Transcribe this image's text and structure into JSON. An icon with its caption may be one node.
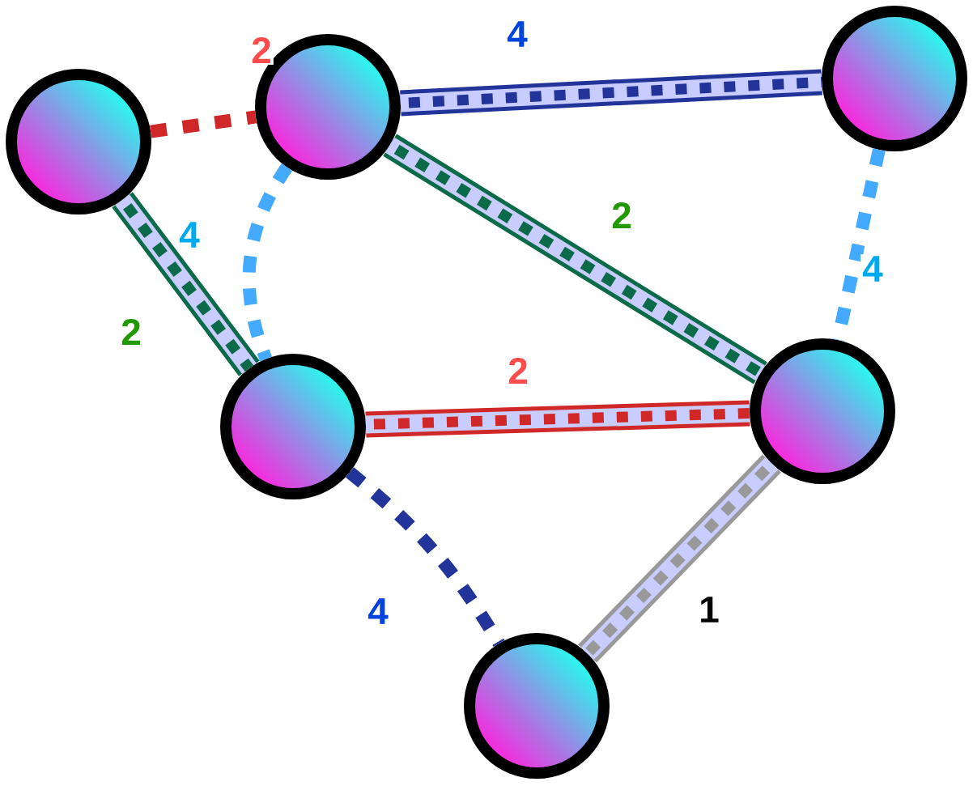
{
  "diagram": {
    "nodes": [
      {
        "text": [],
        "shape": "circle"
      },
      {
        "text": [],
        "shape": "circle"
      },
      {
        "text": [],
        "shape": "circle"
      },
      {
        "text": [],
        "shape": "circle"
      },
      {
        "text": [],
        "shape": "circle"
      },
      {
        "text": [],
        "shape": "circle"
      }
    ],
    "edges": [
      {
        "from": 0,
        "to": 1,
        "arrow": "none",
        "label": "2",
        "style": "dashed",
        "color": "#d02828"
      },
      {
        "from": 1,
        "to": 2,
        "arrow": "none",
        "label": "4",
        "color": "#223399"
      },
      {
        "from": 0,
        "to": 3,
        "arrow": "none",
        "label": "2",
        "color": "#0b6b48"
      },
      {
        "from": 1,
        "to": 3,
        "arrow": "none",
        "label": "4",
        "style": "dashed",
        "color": "#44aaff"
      },
      {
        "from": 1,
        "to": 4,
        "arrow": "none",
        "label": "2",
        "color": "#0b6b48"
      },
      {
        "from": 2,
        "to": 4,
        "arrow": "none",
        "label": "4",
        "style": "dashed",
        "color": "#44aaff"
      },
      {
        "from": 3,
        "to": 4,
        "arrow": "none",
        "label": "2",
        "color": "#d02828"
      },
      {
        "from": 3,
        "to": 5,
        "arrow": "none",
        "label": "4",
        "style": "dashed",
        "color": "#223399"
      },
      {
        "from": 4,
        "to": 5,
        "arrow": "none",
        "label": "1",
        "color": "#999999"
      }
    ]
  }
}
